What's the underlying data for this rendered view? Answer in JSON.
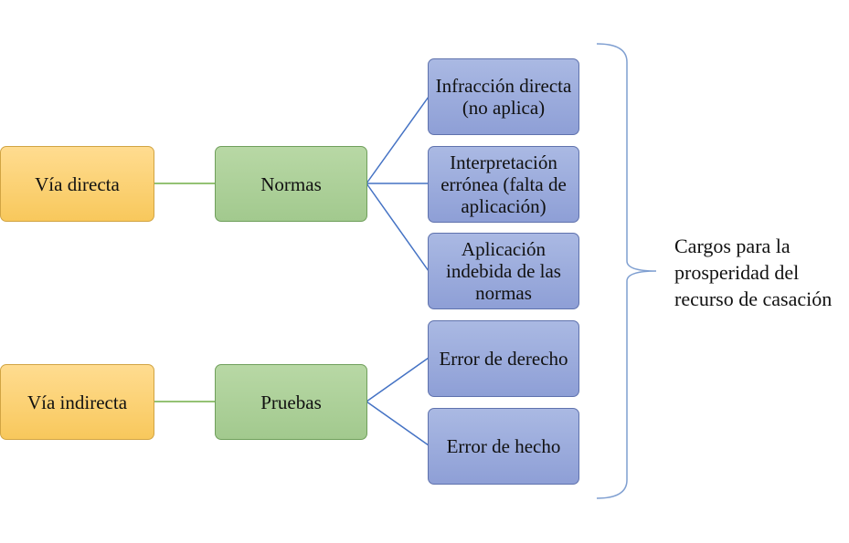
{
  "roots": [
    {
      "id": "via-directa",
      "label": "Vía directa"
    },
    {
      "id": "via-indirecta",
      "label": "Vía indirecta"
    }
  ],
  "middle": [
    {
      "id": "normas",
      "label": "Normas"
    },
    {
      "id": "pruebas",
      "label": "Pruebas"
    }
  ],
  "leaves": [
    {
      "id": "infraccion-directa",
      "label": "Infracción directa (no aplica)",
      "parent": "normas"
    },
    {
      "id": "interpretacion-erronea",
      "label": "Interpretación errónea (falta de aplicación)",
      "parent": "normas"
    },
    {
      "id": "aplicacion-indebida",
      "label": "Aplicación indebida de las normas",
      "parent": "normas"
    },
    {
      "id": "error-de-derecho",
      "label": "Error de derecho",
      "parent": "pruebas"
    },
    {
      "id": "error-de-hecho",
      "label": "Error de hecho",
      "parent": "pruebas"
    }
  ],
  "bracket_label": "Cargos para la prosperidad del recurso de casación",
  "colors": {
    "root_fill": "#f9cc68",
    "middle_fill": "#a9cd95",
    "leaf_fill": "#97a8db",
    "connector_green": "#70ad47",
    "connector_blue": "#4472c4",
    "bracket": "#7f9fd1"
  }
}
